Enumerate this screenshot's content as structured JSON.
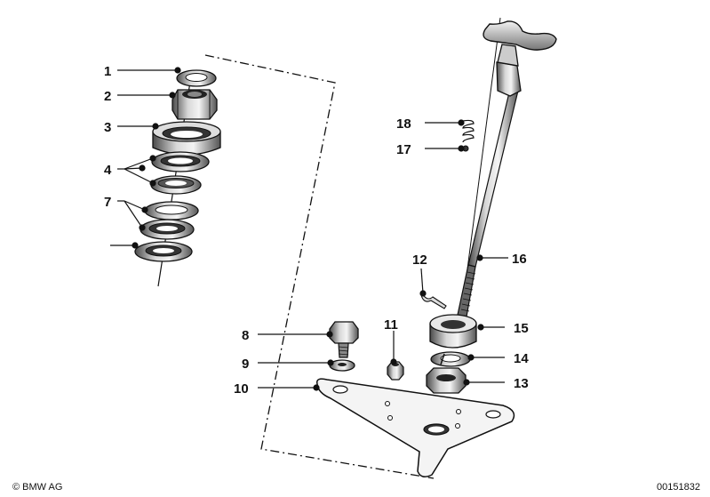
{
  "callouts": {
    "c1": "1",
    "c2": "2",
    "c3": "3",
    "c4": "4",
    "c7": "7",
    "c8": "8",
    "c9": "9",
    "c10": "10",
    "c11": "11",
    "c12": "12",
    "c13": "13",
    "c14": "14",
    "c15": "15",
    "c16": "16",
    "c17": "17",
    "c18": "18"
  },
  "footer": {
    "copyright": "© BMW AG",
    "diagram_id": "00151832"
  },
  "colors": {
    "ink": "#111111",
    "metal_dark": "#3a3a3a",
    "metal_mid": "#9a9a9a",
    "metal_light": "#e6e6e6",
    "background": "#ffffff"
  }
}
